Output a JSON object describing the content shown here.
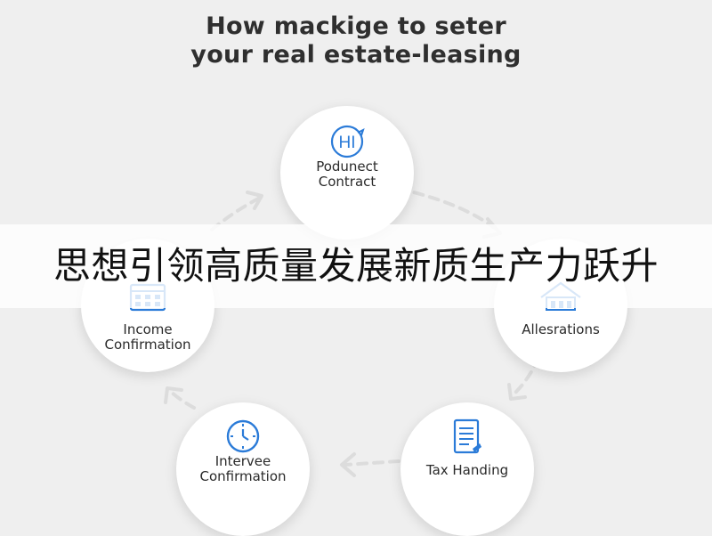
{
  "title": {
    "line1": "How mackige to seter",
    "line2": "your real estate-leasing"
  },
  "nodes": {
    "top": {
      "icon": "hi-circle-icon",
      "icon_text": "HI",
      "line1": "Podunect",
      "line2": "Contract"
    },
    "right": {
      "icon": "house-icon",
      "line1": "Allesrations"
    },
    "bottom_right": {
      "icon": "document-icon",
      "line1": "Tax Handing"
    },
    "bottom_left": {
      "icon": "clock-icon",
      "line1": "Intervee",
      "line2": "Confirmation"
    },
    "left": {
      "icon": "calendar-icon",
      "line1": "Income",
      "line2": "Confirmation"
    }
  },
  "banner": {
    "text": "思想引领高质量发展新质生产力跃升"
  },
  "colors": {
    "accent": "#2b7bd8",
    "arrow": "#dcdcdc",
    "node_bg": "#ffffff",
    "background": "#efefef"
  }
}
